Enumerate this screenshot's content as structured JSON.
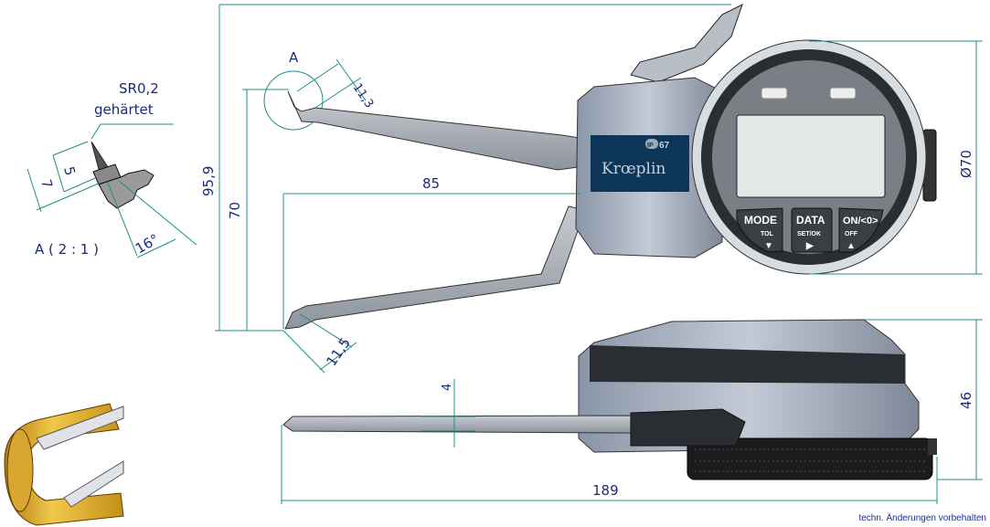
{
  "detail": {
    "radius_label": "SR0,2",
    "hardened_label": "gehärtet",
    "dim_5": "5",
    "dim_7": "7",
    "angle": "16°",
    "scale_label": "A ( 2 : 1 )"
  },
  "dimensions": {
    "overall_height": "95,9",
    "jaw_height": "70",
    "depth": "85",
    "tip_upper": "11,3",
    "tip_lower": "11,5",
    "detail_ref": "A",
    "dial_diameter": "Ø70",
    "thickness": "46",
    "arm_thickness": "4",
    "overall_length": "189"
  },
  "gauge": {
    "brand": "Krœplin",
    "ip_label": "IP",
    "ip_rating": "67",
    "buttons": [
      {
        "label": "MODE",
        "sub": "TOL",
        "arrow": "▼"
      },
      {
        "label": "DATA",
        "sub": "SET/OK",
        "arrow": "▶"
      },
      {
        "label": "ON/<0>",
        "sub": "OFF",
        "arrow": "▲"
      }
    ]
  },
  "footer_note": "techn. Änderungen vorbehalten",
  "colors": {
    "dimension": "#1f8c8c",
    "text": "#1b2a7a",
    "label_plate": "#0d3558"
  }
}
